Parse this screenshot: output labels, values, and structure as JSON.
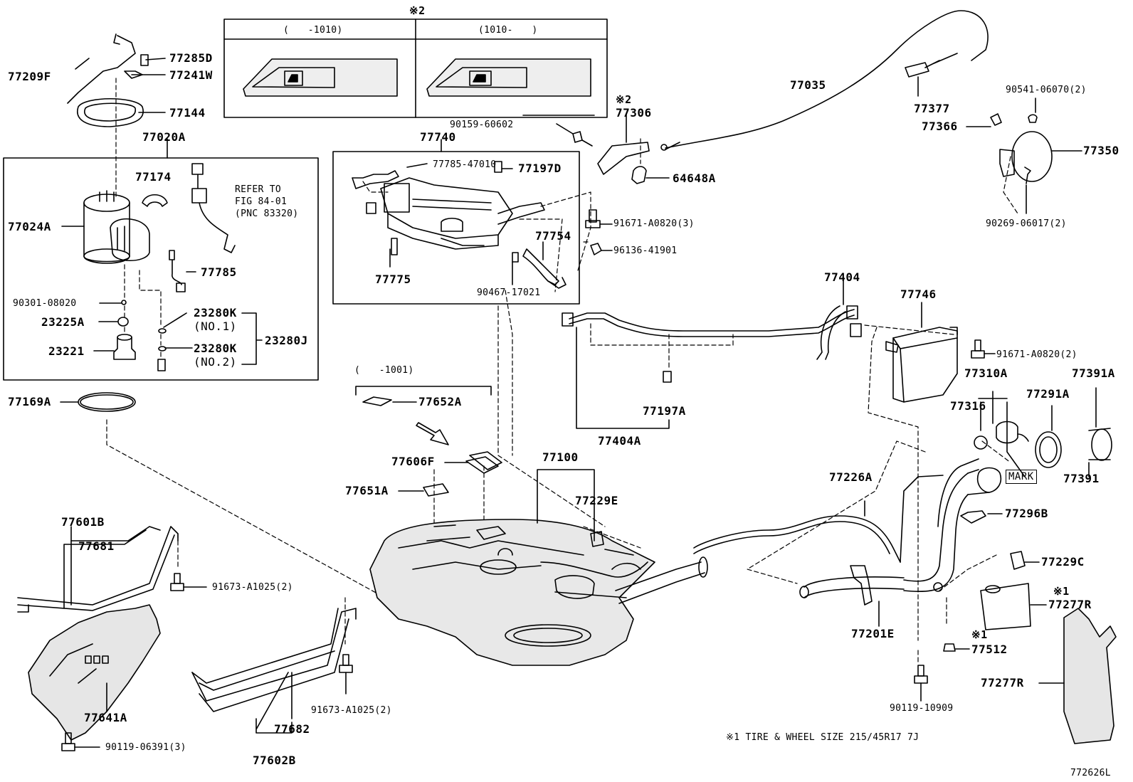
{
  "diagram": {
    "colors": {
      "ink": "#000000",
      "paper": "#ffffff",
      "shade": "#d9d9d9"
    },
    "figure_id": "772626L",
    "footnote": "※1 TIRE & WHEEL SIZE 215/45R17 7J",
    "inset_switch": {
      "note": "※2",
      "left_range": "(　　-1010)",
      "right_range": "(1010-　　)"
    },
    "range_note_77652A": "(　　-1001)",
    "refer_note": [
      "REFER TO",
      "FIG 84-01",
      "(PNC 83320)"
    ],
    "box_labels": {
      "left_box": "77020A",
      "canister_box": "77740"
    },
    "parts": {
      "p77285D": "77285D",
      "p77209F": "77209F",
      "p77241W": "77241W",
      "p77144": "77144",
      "p77174": "77174",
      "p77024A": "77024A",
      "p77785": "77785",
      "p90301_08020": "90301-08020",
      "p23225A": "23225A",
      "p23280K_1": "23280K",
      "no1": "(NO.1)",
      "p23280J": "23280J",
      "p23221": "23221",
      "p23280K_2": "23280K",
      "no2": "(NO.2)",
      "p77169A": "77169A",
      "p77785_47010": "77785-47010",
      "p77197D": "77197D",
      "p77754": "77754",
      "p77775": "77775",
      "p90467_17021": "90467-17021",
      "p90159_60602": "90159-60602",
      "note2_77306": "※2",
      "p77306": "77306",
      "p64648A": "64648A",
      "p91671_A0820_3": "91671-A0820(3)",
      "p96136_41901": "96136-41901",
      "p77035": "77035",
      "p77377": "77377",
      "p90541_06070": "90541-06070(2)",
      "p77366": "77366",
      "p77350": "77350",
      "p90269_06017": "90269-06017(2)",
      "p77404": "77404",
      "p77746": "77746",
      "p91671_A0820_2": "91671-A0820(2)",
      "p77197A": "77197A",
      "p77404A": "77404A",
      "p77310A": "77310A",
      "p77291A": "77291A",
      "p77391A": "77391A",
      "p77316": "77316",
      "mark": "MARK",
      "p77391": "77391",
      "p77652A": "77652A",
      "p77606F": "77606F",
      "p77651A": "77651A",
      "p77100": "77100",
      "p77229E": "77229E",
      "p77226A": "77226A",
      "p77296B": "77296B",
      "p77229C": "77229C",
      "note1_77277R": "※1",
      "p77277R_1": "77277R",
      "p77601B": "77601B",
      "p77681": "77681",
      "p91673_A1025_a": "91673-A1025(2)",
      "p77641A": "77641A",
      "p90119_06391": "90119-06391(3)",
      "p77682": "77682",
      "p77602B": "77602B",
      "p91673_A1025_b": "91673-A1025(2)",
      "p77201E": "77201E",
      "note1_77512": "※1",
      "p77512": "77512",
      "p90119_10909": "90119-10909",
      "p77277R_2": "77277R"
    }
  }
}
